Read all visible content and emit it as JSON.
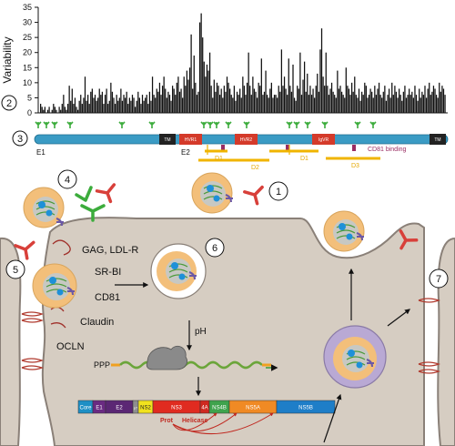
{
  "colors": {
    "cell": "#d6cdc2",
    "membrane": "#8a8078",
    "teal": "#3a9bc4",
    "red": "#d43a2a",
    "orange_bar": "#f0b400",
    "green_glyph": "#3cac3c",
    "virion_outer": "#f3bf7a",
    "virion_core": "#c7c8c3",
    "rna_blue": "#1e90d8",
    "envelope_green": "#4b9a3a",
    "cd81": "#7a2c4f",
    "er_purple": "#b9a9d4",
    "rna": "#6ba53a"
  },
  "variability_plot": {
    "ylabel": "Variability",
    "yticks": [
      "35",
      "30",
      "25",
      "20",
      "15",
      "10",
      "5",
      "0"
    ]
  },
  "chart_data": {
    "type": "bar",
    "ylabel": "Variability",
    "ylim": [
      0,
      35
    ],
    "values": [
      3,
      2,
      1,
      2,
      0,
      1,
      2,
      0,
      1,
      3,
      2,
      1,
      0,
      2,
      1,
      3,
      6,
      2,
      1,
      3,
      9,
      4,
      8,
      3,
      5,
      2,
      1,
      4,
      6,
      3,
      5,
      12,
      4,
      6,
      3,
      7,
      8,
      5,
      6,
      4,
      5,
      8,
      6,
      7,
      3,
      6,
      8,
      3,
      4,
      10,
      7,
      5,
      3,
      6,
      4,
      5,
      8,
      4,
      6,
      5,
      7,
      3,
      5,
      4,
      6,
      5,
      2,
      4,
      7,
      5,
      3,
      6,
      4,
      5,
      6,
      3,
      7,
      4,
      12,
      6,
      5,
      8,
      7,
      10,
      6,
      9,
      12,
      8,
      5,
      7,
      6,
      4,
      9,
      8,
      6,
      10,
      12,
      7,
      8,
      5,
      12,
      9,
      14,
      11,
      15,
      26,
      8,
      19,
      10,
      6,
      7,
      30,
      33,
      25,
      17,
      12,
      16,
      14,
      20,
      9,
      5,
      11,
      7,
      10,
      9,
      6,
      8,
      5,
      9,
      7,
      12,
      10,
      8,
      6,
      5,
      9,
      4,
      7,
      6,
      8,
      5,
      12,
      9,
      6,
      10,
      20,
      9,
      6,
      12,
      8,
      7,
      5,
      10,
      9,
      18,
      6,
      7,
      14,
      6,
      5,
      8,
      10,
      5,
      6,
      6,
      5,
      9,
      7,
      21,
      9,
      12,
      8,
      6,
      18,
      9,
      7,
      16,
      5,
      4,
      9,
      8,
      20,
      6,
      11,
      17,
      7,
      13,
      6,
      9,
      6,
      8,
      5,
      9,
      13,
      7,
      21,
      28,
      12,
      9,
      20,
      9,
      6,
      8,
      10,
      7,
      6,
      5,
      14,
      8,
      9,
      7,
      6,
      5,
      15,
      9,
      8,
      6,
      10,
      7,
      12,
      6,
      5,
      8,
      4,
      7,
      6,
      10,
      9,
      5,
      6,
      8,
      7,
      5,
      9,
      6,
      8,
      10,
      6,
      5,
      7,
      9,
      4,
      6,
      8,
      5,
      10,
      6,
      9,
      7,
      5,
      8,
      6,
      4,
      7,
      9,
      5,
      6,
      8,
      6,
      7,
      5,
      9,
      6,
      4,
      8,
      5,
      7,
      6,
      9,
      5,
      8,
      10,
      6,
      7,
      9,
      8,
      6,
      5,
      10,
      7,
      9,
      8,
      6
    ]
  },
  "steps": [
    "2",
    "3",
    "4",
    "1",
    "6",
    "5",
    "7"
  ],
  "genome": {
    "segments": [
      {
        "label": "TM"
      },
      {
        "label": "HVR1"
      },
      {
        "label": "HVR2"
      },
      {
        "label": "IgVR"
      },
      {
        "label": "TM"
      }
    ],
    "end_left": "E1",
    "end_right": "E2",
    "cd81_label": "CD81 binding",
    "domains": [
      "D1",
      "D2",
      "D1",
      "D3"
    ]
  },
  "receptors": [
    "GAG, LDL-R",
    "SR-BI",
    "CD81",
    "Claudin",
    "OCLN"
  ],
  "ph_label": "pH",
  "ppp_label": "PPP",
  "polyprotein": [
    {
      "label": "Core",
      "color": "#1e8fc5"
    },
    {
      "label": "E1",
      "color": "#6a2a82"
    },
    {
      "label": "E2",
      "color": "#5b2774"
    },
    {
      "label": "p7",
      "color": "#8e8e8e"
    },
    {
      "label": "NS2",
      "color": "#f1e21e"
    },
    {
      "label": "NS3",
      "color": "#e02b20"
    },
    {
      "label": "4A",
      "color": "#cf2920"
    },
    {
      "label": "NS4B",
      "color": "#3fa34d"
    },
    {
      "label": "NS5A",
      "color": "#f08a24"
    },
    {
      "label": "NS5B",
      "color": "#1e7ec8"
    }
  ],
  "protease_labels": [
    "Prot",
    "Helicase"
  ]
}
